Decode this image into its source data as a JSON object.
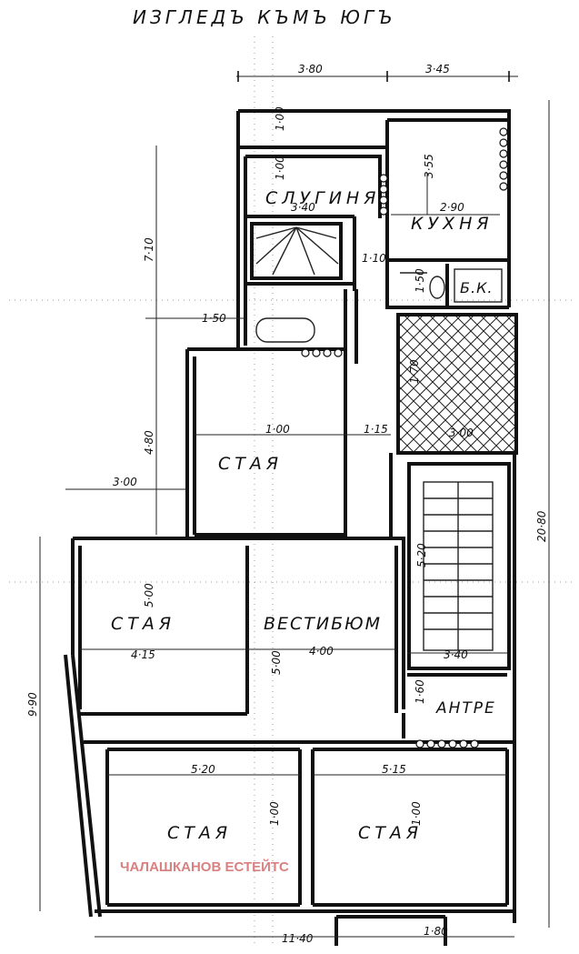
{
  "title": "ИЗГЛЕДЪ КЪМЪ ЮГЪ",
  "watermark": "ЧАЛАШКАНОВ ЕСТЕЙТС",
  "rooms": {
    "slugina": "СЛУГИНЯ",
    "kuhnya": "КУХНЯ",
    "wc": "Б.К.",
    "staya_center": "СТАЯ",
    "staya_left": "СТАЯ",
    "vestibyum": "ВЕСТИБЮМ",
    "antre": "АНТРЕ",
    "staya_bottom_left": "СТАЯ",
    "staya_bottom_right": "СТАЯ"
  },
  "dimensions": {
    "top_left": "3·80",
    "top_right": "3·45",
    "d_100_top": "1·00",
    "d_100_slug": "1·00",
    "d_355": "3·55",
    "d_340": "3·40",
    "d_290": "2·90",
    "d_710": "7·10",
    "d_110": "1·10",
    "d_150": "1·50",
    "d_150b": "1·50",
    "d_170": "1·70",
    "d_100_mid": "1·00",
    "d_115_mid": "1·15",
    "d_480": "4·80",
    "d_300_right": "3·00",
    "d_300_left": "3·00",
    "d_520_vert": "5·20",
    "d_2080": "20·80",
    "d_500": "5·00",
    "d_415": "4·15",
    "d_400": "4·00",
    "d_500b": "5·00",
    "d_340b": "3·40",
    "d_160": "1·60",
    "d_990": "9·90",
    "d_520": "5·20",
    "d_515": "5·15",
    "d_100_bl": "1·00",
    "d_100_br": "1·00",
    "d_1140": "11·40",
    "d_180": "1·80"
  }
}
